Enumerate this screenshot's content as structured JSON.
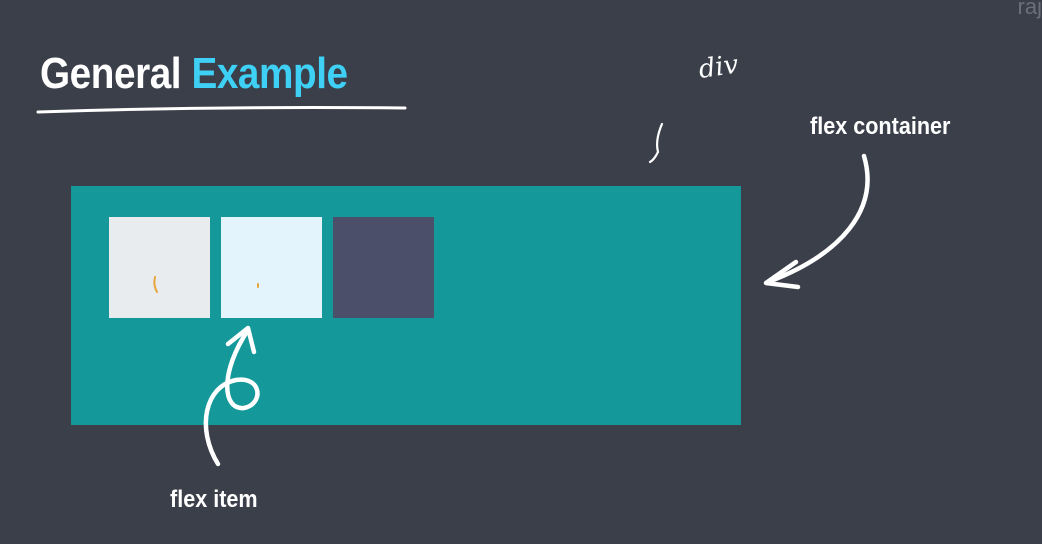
{
  "slide": {
    "title_part1": "General",
    "title_part2": "Example",
    "corner_text": "raj"
  },
  "diagram": {
    "handwritten_note": "div",
    "container_label": "flex container",
    "item_label": "flex item",
    "container_color": "#14989a",
    "items": [
      {
        "color": "#e9ecee"
      },
      {
        "color": "#e3f4fc"
      },
      {
        "color": "#4b4f6a"
      }
    ]
  },
  "colors": {
    "background": "#3a3f4a",
    "title_accent": "#3fd0f5",
    "annotation": "#ffffff",
    "scribble": "#e8a43a"
  }
}
